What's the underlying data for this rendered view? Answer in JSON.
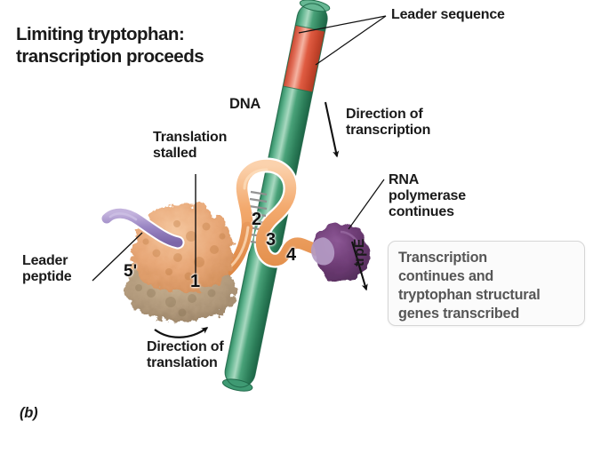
{
  "figure": {
    "title": "Limiting tryptophan:\ntranscription proceeds",
    "panel_letter": "(b)",
    "background_color": "#ffffff"
  },
  "labels": {
    "leader_sequence": "Leader sequence",
    "dna": "DNA",
    "direction_of_transcription": "Direction of\ntranscription",
    "translation_stalled": "Translation\nstalled",
    "rna_polymerase": "RNA\npolymerase\ncontinues",
    "leader_peptide": "Leader\npeptide",
    "direction_of_translation": "Direction of\ntranslation",
    "gene": "trpE"
  },
  "callout": {
    "text": "Transcription\ncontinues and\ntryptophan structural\ngenes transcribed",
    "text_color": "#565656",
    "border_color": "#d6d6d6",
    "background_color": "#fbfbfb"
  },
  "mrna_regions": {
    "region_1": "1",
    "region_2": "2",
    "region_3": "3",
    "region_4": "4",
    "five_prime_end": "5'"
  },
  "colors": {
    "dna_green": "#3d9c72",
    "dna_green_light": "#9fd3ba",
    "dna_green_dark": "#1f6e4b",
    "leader_red": "#e0563c",
    "leader_red_light": "#f3a592",
    "rna_polymerase_purple": "#6b3a72",
    "rna_polymerase_light": "#b49bc4",
    "leader_peptide_purple": "#9b87c4",
    "mrna_orange": "#f0a366",
    "mrna_orange_dark": "#d9813f",
    "ribosome_large_subunit": "#e8a878",
    "ribosome_small_subunit": "#b29a7c",
    "base_pair_gray": "#9b9b9b",
    "text_black": "#1a1a1a"
  }
}
